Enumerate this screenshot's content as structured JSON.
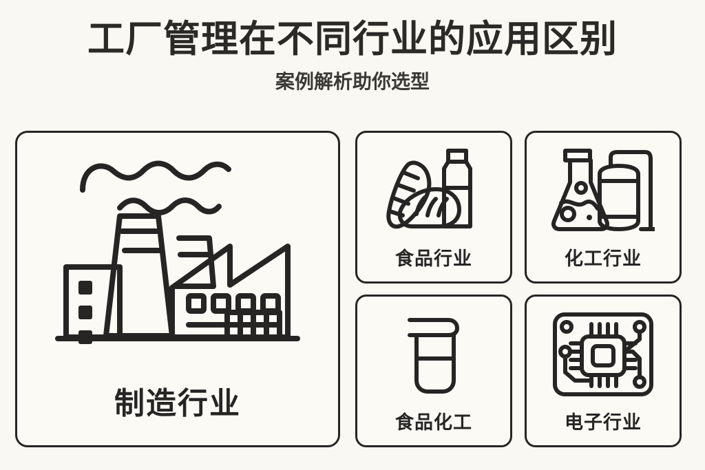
{
  "header": {
    "title": "工厂管理在不同行业的应用区别",
    "subtitle": "案例解析助你选型"
  },
  "theme": {
    "background": "#faf8f2",
    "card_background": "#fbfaf5",
    "ink": "#262523",
    "stroke_width": 3
  },
  "cards": {
    "manufacturing": {
      "label": "制造行业",
      "icon": "factory-icon",
      "size": "large"
    },
    "food": {
      "label": "食品行业",
      "icon": "bread-bottle-icon",
      "size": "small"
    },
    "chemical": {
      "label": "化工行业",
      "icon": "flask-tank-icon",
      "size": "small"
    },
    "food_chemical": {
      "label": "食品化工",
      "icon": "beaker-icon",
      "size": "small"
    },
    "electronic": {
      "label": "电子行业",
      "icon": "microchip-icon",
      "size": "small"
    }
  }
}
